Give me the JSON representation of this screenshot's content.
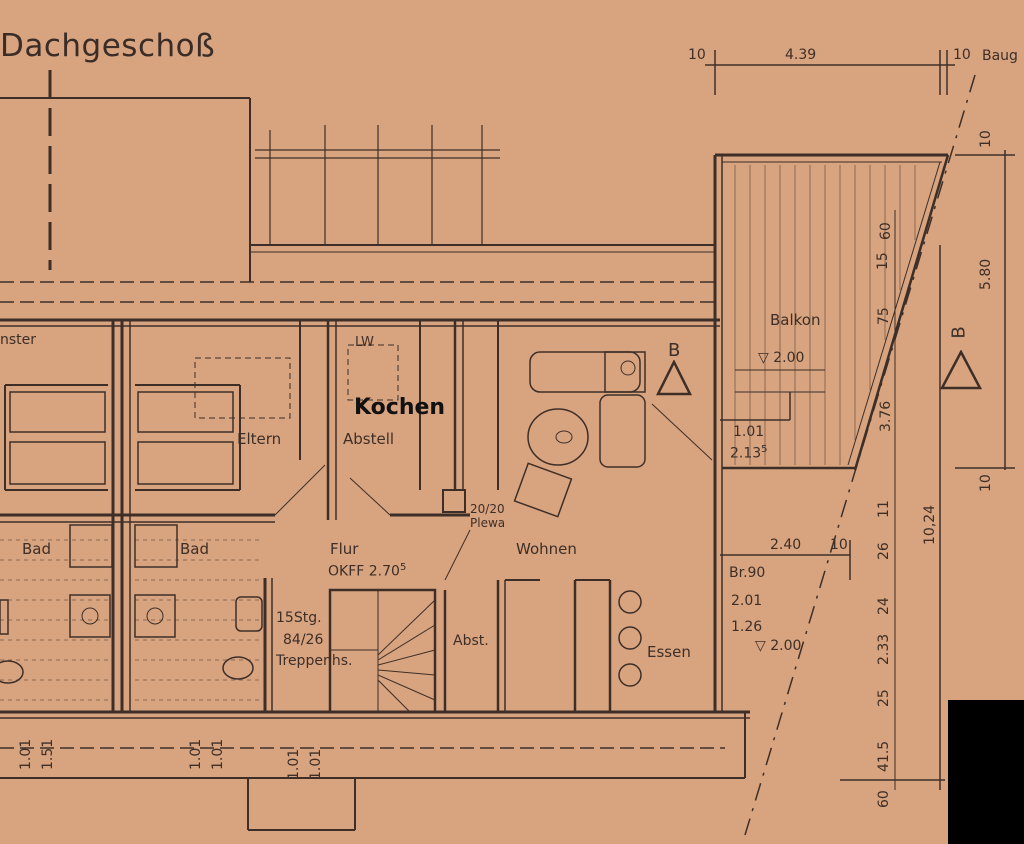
{
  "plan": {
    "title": "Dachgeschoß",
    "highlight_label": "Kochen",
    "rooms": {
      "fenster": "nster",
      "eltern": "Eltern",
      "abstell": "Abstell",
      "lw": "LW",
      "bad_left": "Bad",
      "bad_right": "Bad",
      "flur": "Flur",
      "okff": "OKFF 2.70",
      "okff_sup": "5",
      "plewa_dim": "20/20",
      "plewa": "Plewa",
      "wohnen": "Wohnen",
      "stairs_count": "15Stg.",
      "stairs_ratio": "84/26",
      "treppenhs": "Treppenhs.",
      "abst": "Abst.",
      "essen": "Essen",
      "balkon": "Balkon",
      "bauglinie": "Baug",
      "section_mark_left": "B",
      "section_mark_right": "B"
    },
    "dimensions": {
      "top_10_left": "10",
      "top_439": "4.39",
      "top_10_right": "10",
      "balkon_200": "2.00",
      "d101": "1.01",
      "d213": "2.13",
      "d213_sup": "5",
      "d240": "2.40",
      "d10_mid": "10",
      "br90": "Br.90",
      "d201": "2.01",
      "d126": "1.26",
      "essen_200": "2.00",
      "v_10_top": "10",
      "v_580": "5.80",
      "v_10_bottom": "10",
      "v_60_top": "60",
      "v_15": "15",
      "v_75": "75",
      "v_376": "3.76",
      "v_1024": "10,24",
      "v_11": "11",
      "v_26": "26",
      "v_24": "24",
      "v_233": "2.33",
      "v_25": "25",
      "v_415": "41.5",
      "v_60_bottom": "60",
      "bottom_101_a": "1.01",
      "bottom_151": "1.51",
      "bottom_101_b": "1.01",
      "bottom_101_c": "1.01",
      "bottom_101_d": "1.01",
      "bottom_101_e": "1.01"
    }
  },
  "colors": {
    "paper": "#d8a37f",
    "ink": "#3d2f28",
    "highlight": "#111111"
  }
}
